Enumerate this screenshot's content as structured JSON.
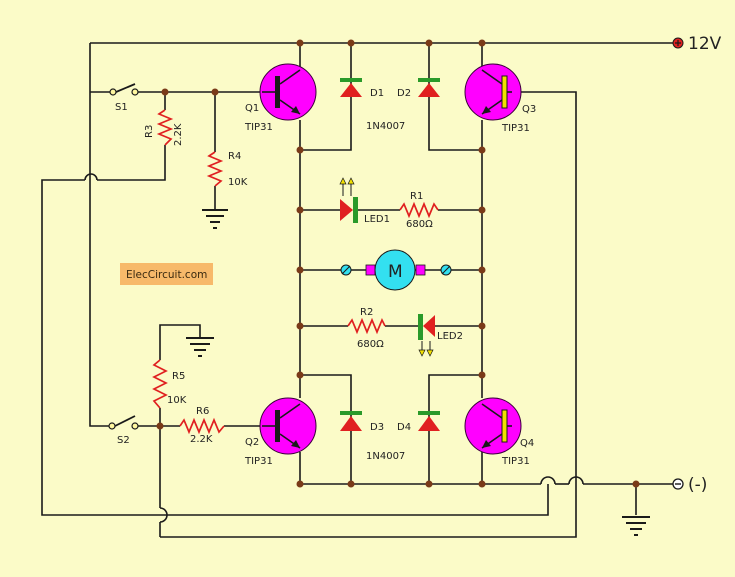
{
  "power": {
    "positive": "12V",
    "negative": "(-)"
  },
  "watermark": "ElecCircuit.com",
  "motor": {
    "label": "M"
  },
  "switches": {
    "s1": "S1",
    "s2": "S2"
  },
  "resistors": {
    "r1": {
      "name": "R1",
      "value": "680Ω"
    },
    "r2": {
      "name": "R2",
      "value": "680Ω"
    },
    "r3": {
      "name": "R3",
      "value": "2.2K"
    },
    "r4": {
      "name": "R4",
      "value": "10K"
    },
    "r5": {
      "name": "R5",
      "value": "10K"
    },
    "r6": {
      "name": "R6",
      "value": "2.2K"
    }
  },
  "transistors": {
    "q1": {
      "name": "Q1",
      "part": "TIP31"
    },
    "q2": {
      "name": "Q2",
      "part": "TIP31"
    },
    "q3": {
      "name": "Q3",
      "part": "TIP31"
    },
    "q4": {
      "name": "Q4",
      "part": "TIP31"
    }
  },
  "diodes": {
    "d1": "D1",
    "d2": "D2",
    "d3": "D3",
    "d4": "D4",
    "part_top": "1N4007",
    "part_bottom": "1N4007"
  },
  "leds": {
    "led1": "LED1",
    "led2": "LED2"
  },
  "colors": {
    "background": "#fbfbc8",
    "transistor": "#ff00ff",
    "motor": "#33e0f0",
    "diode": "#e02020",
    "led_bar": "#2a9a2a",
    "watermark_bg": "#f7b96a",
    "supply_terminal": "#e02020"
  }
}
